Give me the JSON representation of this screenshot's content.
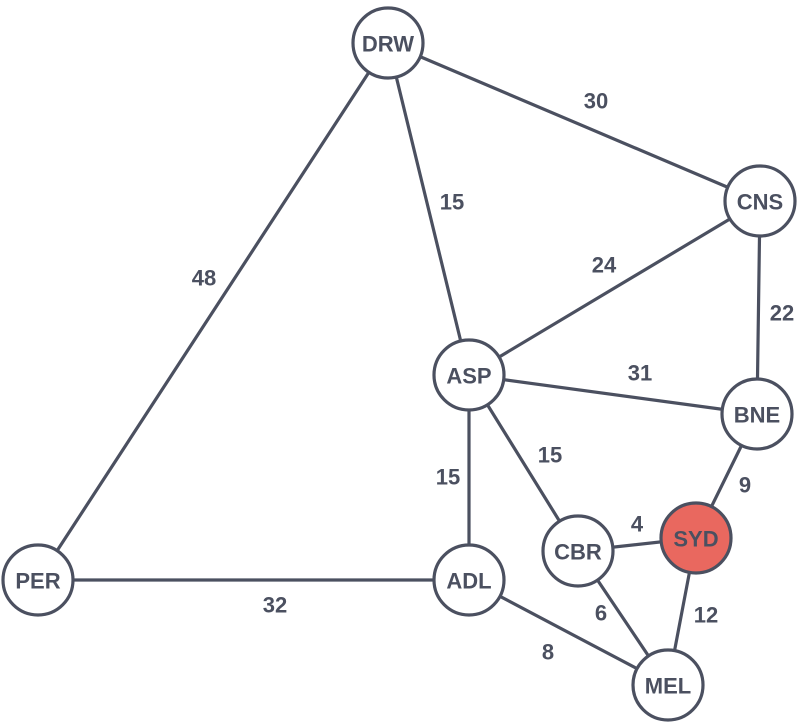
{
  "colors": {
    "stroke": "#4b5060",
    "node_fill": "#ffffff",
    "highlight_fill": "#e9685f",
    "text": "#4b5060"
  },
  "highlighted_node": "SYD",
  "nodes": [
    {
      "id": "DRW",
      "label": "DRW"
    },
    {
      "id": "CNS",
      "label": "CNS"
    },
    {
      "id": "ASP",
      "label": "ASP"
    },
    {
      "id": "BNE",
      "label": "BNE"
    },
    {
      "id": "PER",
      "label": "PER"
    },
    {
      "id": "ADL",
      "label": "ADL"
    },
    {
      "id": "CBR",
      "label": "CBR"
    },
    {
      "id": "SYD",
      "label": "SYD"
    },
    {
      "id": "MEL",
      "label": "MEL"
    }
  ],
  "edges": [
    {
      "from": "DRW",
      "to": "CNS",
      "weight": "30"
    },
    {
      "from": "DRW",
      "to": "ASP",
      "weight": "15"
    },
    {
      "from": "DRW",
      "to": "PER",
      "weight": "48"
    },
    {
      "from": "ASP",
      "to": "CNS",
      "weight": "24"
    },
    {
      "from": "CNS",
      "to": "BNE",
      "weight": "22"
    },
    {
      "from": "ASP",
      "to": "BNE",
      "weight": "31"
    },
    {
      "from": "ASP",
      "to": "ADL",
      "weight": "15"
    },
    {
      "from": "ASP",
      "to": "CBR",
      "weight": "15"
    },
    {
      "from": "BNE",
      "to": "SYD",
      "weight": "9"
    },
    {
      "from": "CBR",
      "to": "SYD",
      "weight": "4"
    },
    {
      "from": "PER",
      "to": "ADL",
      "weight": "32"
    },
    {
      "from": "CBR",
      "to": "MEL",
      "weight": "6"
    },
    {
      "from": "ADL",
      "to": "MEL",
      "weight": "8"
    },
    {
      "from": "SYD",
      "to": "MEL",
      "weight": "12"
    }
  ]
}
